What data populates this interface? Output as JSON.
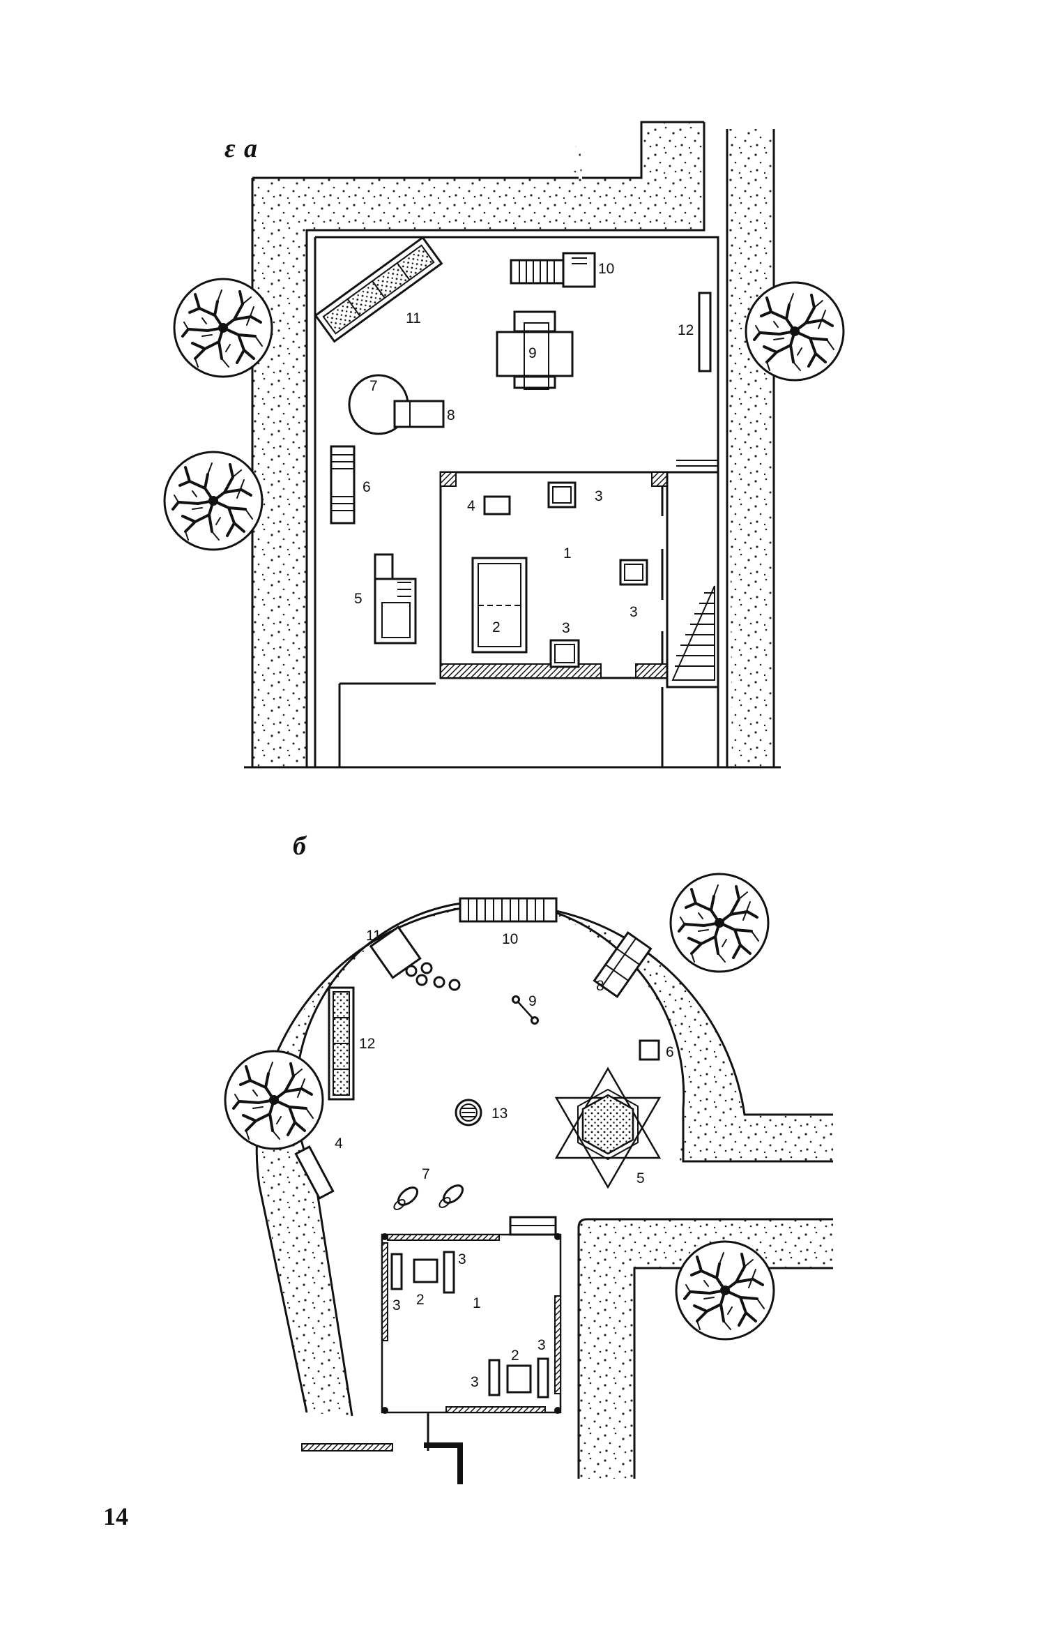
{
  "plan_a": {
    "tag": "a",
    "prefix_mark": "ε",
    "labels": [
      "1",
      "2",
      "3",
      "3",
      "3",
      "4",
      "5",
      "6",
      "7",
      "8",
      "9",
      "10",
      "11",
      "12"
    ]
  },
  "plan_b": {
    "tag": "б",
    "labels": [
      "1",
      "2",
      "2",
      "3",
      "3",
      "3",
      "3",
      "4",
      "5",
      "6",
      "7",
      "8",
      "9",
      "10",
      "11",
      "12",
      "13"
    ]
  },
  "page_number": "14"
}
